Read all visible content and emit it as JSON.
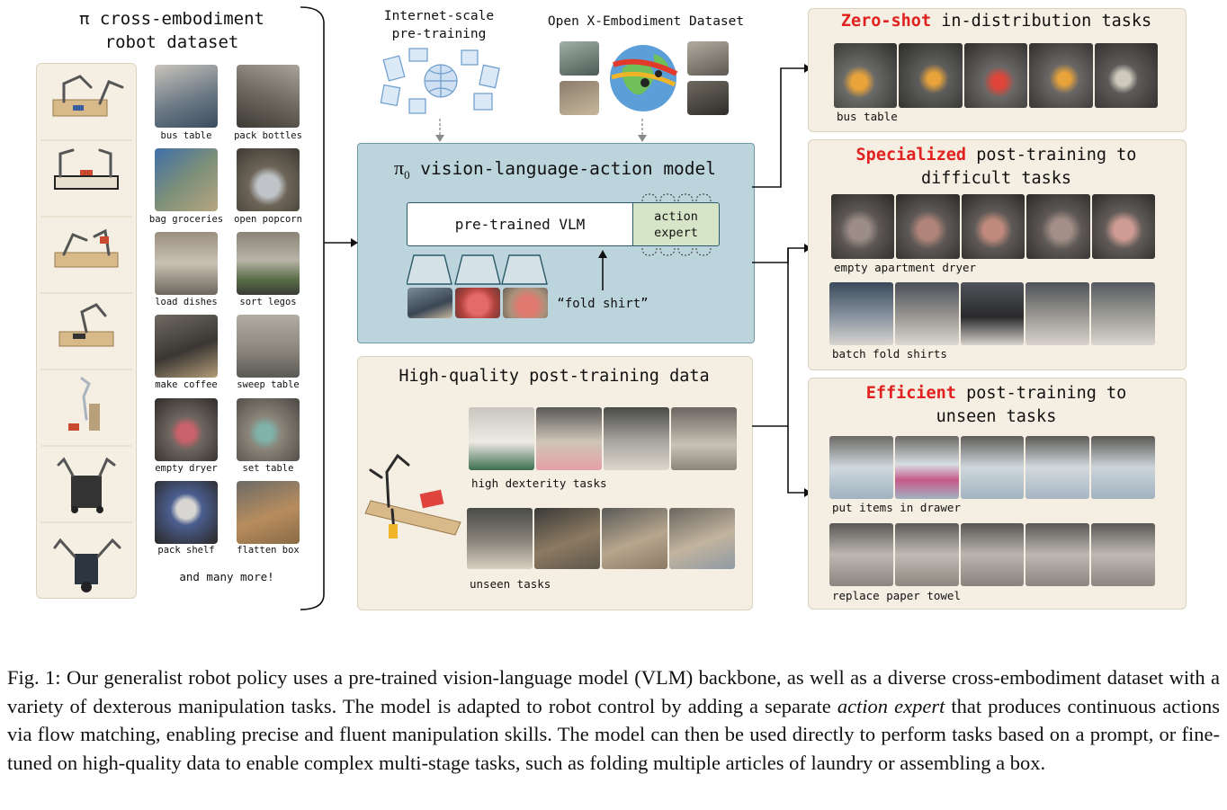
{
  "dataset": {
    "title_line1": "π cross-embodiment",
    "title_line2": "robot dataset",
    "robots": [
      "robot-ur5-pair",
      "robot-bimanual-arx",
      "robot-bimanual-trossen",
      "robot-ur5-single",
      "robot-franka",
      "robot-mobile-trossen",
      "robot-mobile-fibocom"
    ],
    "tasks": [
      "bus table",
      "pack bottles",
      "bag groceries",
      "open popcorn",
      "load dishes",
      "sort legos",
      "make coffee",
      "sweep table",
      "empty dryer",
      "set table",
      "pack shelf",
      "flatten box"
    ],
    "more": "and many more!"
  },
  "pretraining": {
    "internet_line1": "Internet-scale",
    "internet_line2": "pre-training",
    "oxe": "Open X-Embodiment Dataset"
  },
  "model": {
    "title_symbol": "π",
    "title_sub": "0",
    "title_rest": " vision-language-action model",
    "vlm": "pre-trained VLM",
    "expert_line1": "action",
    "expert_line2": "expert",
    "prompt": "“fold shirt”"
  },
  "posttrain": {
    "title": "High-quality post-training data",
    "dexterity": "high dexterity tasks",
    "unseen": "unseen tasks"
  },
  "zero_shot": {
    "highlight": "Zero-shot",
    "rest": " in-distribution tasks",
    "task": "bus table"
  },
  "specialized": {
    "highlight": "Specialized",
    "rest_line1": " post-training to",
    "line2": "difficult tasks",
    "task1": "empty apartment dryer",
    "task2": "batch fold shirts"
  },
  "efficient": {
    "highlight": "Efficient",
    "rest_line1": " post-training to",
    "line2": "unseen tasks",
    "task1": "put items in drawer",
    "task2": "replace paper towel"
  },
  "caption": {
    "part1": "Fig. 1: Our generalist robot policy uses a pre-trained vision-language model (VLM) backbone, as well as a diverse cross-embodiment dataset with a variety of dexterous manipulation tasks. The model is adapted to robot control by adding a separate ",
    "emph": "action expert",
    "part2": " that produces continuous actions via flow matching, enabling precise and fluent manipulation skills. The model can then be used directly to perform tasks based on a prompt, or fine-tuned on high-quality data to enable complex multi-stage tasks, such as folding multiple articles of laundry or assembling a box."
  },
  "colors": {
    "model_panel": "#bcd5dc",
    "beige_panel": "#f4efe2",
    "expert_box": "#d6e4c8",
    "highlight_red": "#e0211f"
  }
}
